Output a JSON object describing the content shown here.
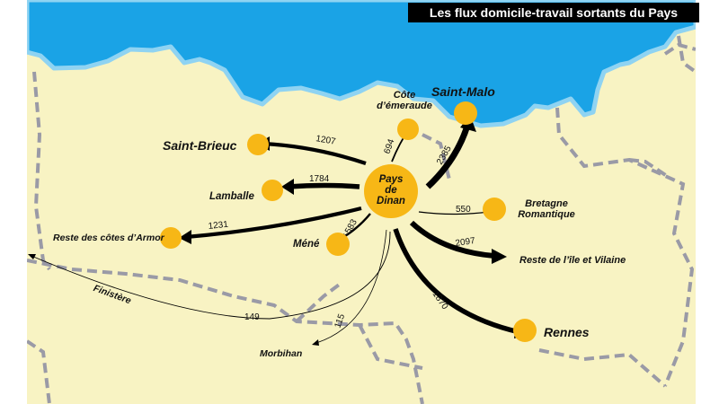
{
  "title": "Les flux domicile-travail sortants du Pays",
  "colors": {
    "land": "#f8f3c3",
    "sea": "#1aa3e6",
    "coast": "#8fd3f2",
    "border": "#9a9aa6",
    "circle": "#f7b716",
    "arrow": "#000000"
  },
  "origin": {
    "label_lines": [
      "Pays",
      "de",
      "Dinan"
    ]
  },
  "flows": [
    {
      "destination": "Saint-Brieuc",
      "value": "1207"
    },
    {
      "destination": "Lamballe",
      "value": "1784"
    },
    {
      "destination": "Reste des côtes d’Armor",
      "value": "1231"
    },
    {
      "destination": "Méné",
      "value": "583"
    },
    {
      "destination": "Côte d’émeraude",
      "value": "694"
    },
    {
      "destination": "Saint-Malo",
      "value": "2385"
    },
    {
      "destination": "Bretagne Romantique",
      "value": "550"
    },
    {
      "destination": "Reste de l’île et Vilaine",
      "value": "2097"
    },
    {
      "destination": "Rennes",
      "value": "1870"
    },
    {
      "destination": "Finistère",
      "value": "149"
    },
    {
      "destination": "Morbihan",
      "value": "115"
    }
  ],
  "place_labels": {
    "saint_brieuc": "Saint-Brieuc",
    "lamballe": "Lamballe",
    "reste_cotes": "Reste des côtes d’Armor",
    "mene": "Méné",
    "cote_line1": "Côte",
    "cote_line2": "d’émeraude",
    "saint_malo": "Saint-Malo",
    "bretagne_line1": "Bretagne",
    "bretagne_line2": "Romantique",
    "reste_ile": "Reste de l’île et Vilaine",
    "rennes": "Rennes",
    "finistere": "Finistère",
    "morbihan": "Morbihan"
  }
}
